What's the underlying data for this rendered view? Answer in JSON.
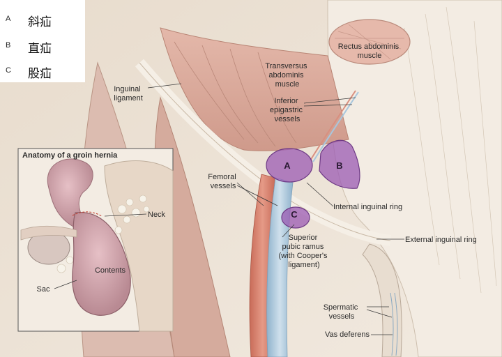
{
  "legend": {
    "items": [
      {
        "letter": "A",
        "text": "斜疝"
      },
      {
        "letter": "B",
        "text": "直疝"
      },
      {
        "letter": "C",
        "text": "股疝"
      }
    ]
  },
  "labels": {
    "rectus_abdominis": [
      "Rectus abdominis",
      "muscle"
    ],
    "transversus_abdominis": [
      "Transversus",
      "abdominis",
      "muscle"
    ],
    "inguinal_ligament": [
      "Inguinal",
      "ligament"
    ],
    "inferior_epigastric": [
      "Inferior",
      "epigastric",
      "vessels"
    ],
    "femoral_vessels": [
      "Femoral",
      "vessels"
    ],
    "internal_inguinal_ring": "Internal inguinal ring",
    "external_inguinal_ring": "External inguinal ring",
    "superior_pubic_ramus": [
      "Superior",
      "pubic ramus",
      "(with Cooper's",
      "ligament)"
    ],
    "spermatic_vessels": [
      "Spermatic",
      "vessels"
    ],
    "vas_deferens": "Vas deferens"
  },
  "regions": {
    "a": "A",
    "b": "B",
    "c": "C"
  },
  "inset": {
    "title": "Anatomy of a groin hernia",
    "neck": "Neck",
    "contents": "Contents",
    "sac": "Sac"
  },
  "colors": {
    "hernia_region": "#9b5bb3",
    "muscle": "#d9a99c",
    "background_tissue": "#efe6da",
    "femoral_artery": "#d97e6a",
    "femoral_vein": "#a8c6dd"
  }
}
